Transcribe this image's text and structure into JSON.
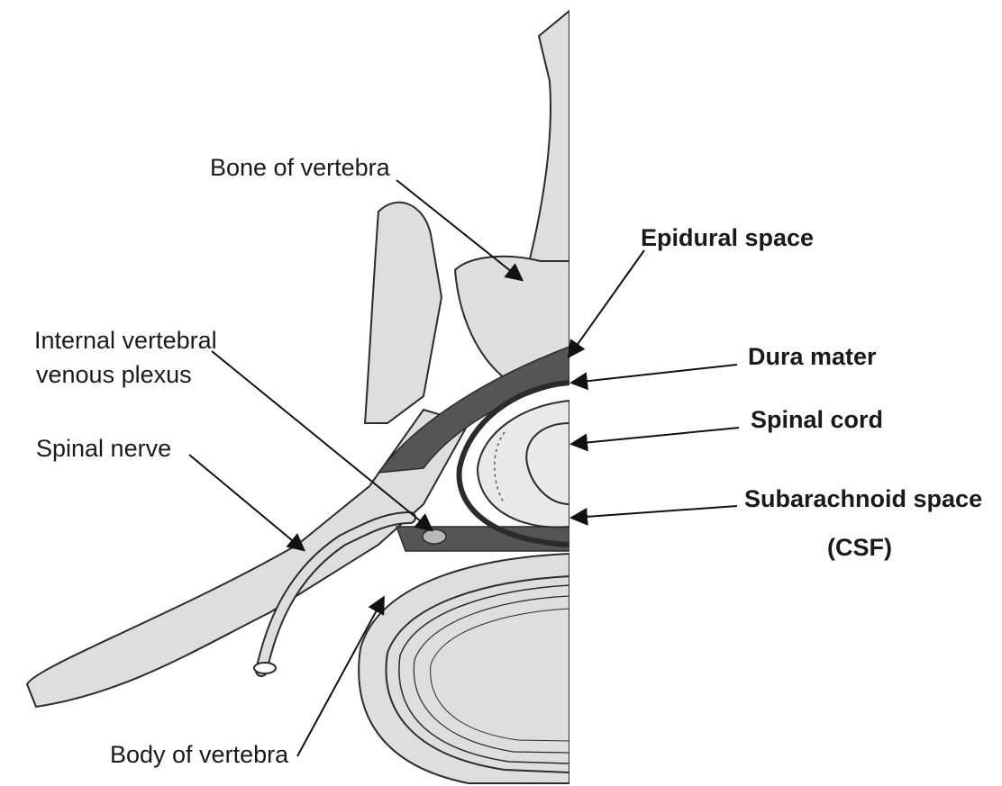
{
  "labels": {
    "bone_of_vertebra": "Bone of vertebra",
    "epidural_space": "Epidural space",
    "internal_plexus_line1": "Internal vertebral",
    "internal_plexus_line2": "venous plexus",
    "dura_mater": "Dura mater",
    "spinal_cord": "Spinal cord",
    "spinal_nerve": "Spinal nerve",
    "subarachnoid_space": "Subarachnoid space",
    "csf": "(CSF)",
    "body_of_vertebra": "Body of vertebra"
  },
  "colors": {
    "bone_fill": "#dedede",
    "outline": "#2b2b2b",
    "dark_space": "#555555",
    "background": "#ffffff"
  }
}
